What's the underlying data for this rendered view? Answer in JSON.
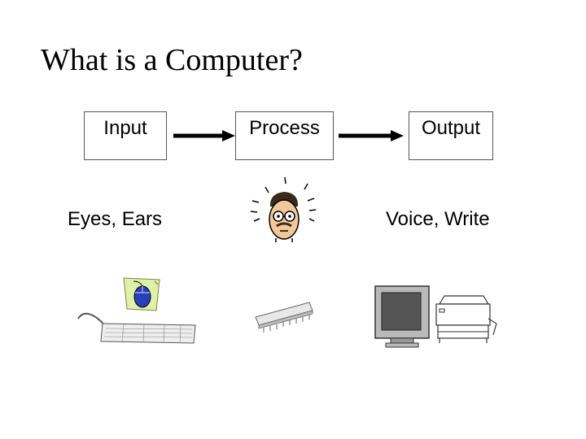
{
  "slide": {
    "title": "What is a Computer?",
    "flow": {
      "input_label": "Input",
      "process_label": "Process",
      "output_label": "Output"
    },
    "captions": {
      "input": "Eyes, Ears",
      "output": "Voice, Write"
    },
    "illustrations": {
      "process_top": "thinking-face-icon",
      "input_devices": [
        "mouse-icon",
        "keyboard-icon"
      ],
      "process_device": "memory-chip-icon",
      "output_devices": [
        "monitor-icon",
        "printer-icon"
      ]
    }
  }
}
